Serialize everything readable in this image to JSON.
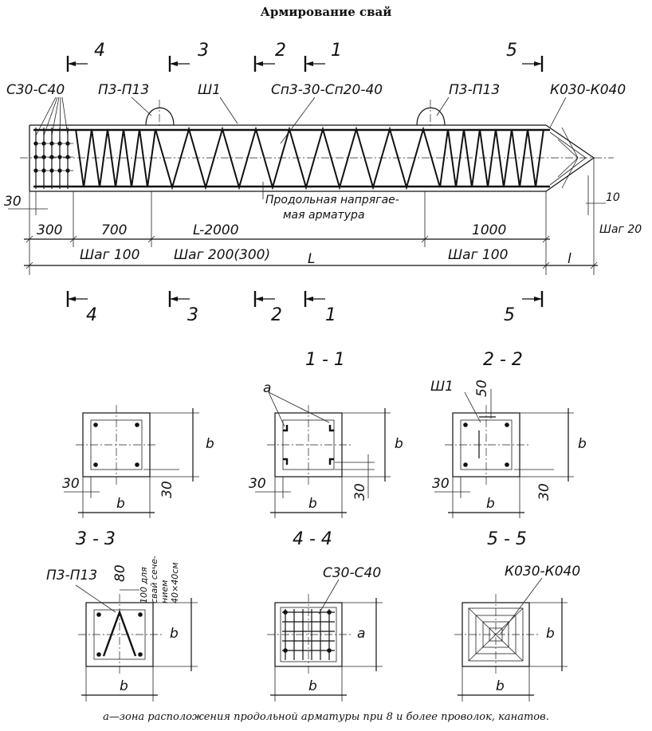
{
  "title": "Армирование свай",
  "elevation": {
    "labels": {
      "head_mesh": "С30-С40",
      "lifting_loops_left": "П3-П13",
      "lifting_loops_right": "П3-П13",
      "stirrup": "Ш1",
      "spiral": "Сп3-30-Сп20-40",
      "tip_frame": "К030-К040",
      "longitudinal_line1": "Продольная напрягае-",
      "longitudinal_line2": "мая арматура"
    },
    "section_markers": [
      "4",
      "3",
      "2",
      "1",
      "5"
    ],
    "dimensions": {
      "cover_30": "30",
      "d300": "300",
      "d700": "700",
      "dL2000": "L-2000",
      "d1000": "1000",
      "step100_left": "Шаг 100",
      "step200": "Шаг 200(300)",
      "step100_right": "Шаг 100",
      "total_L": "L",
      "tip_l": "l",
      "tip_10": "10",
      "tip_step": "Шаг 20"
    }
  },
  "sections": {
    "s1": {
      "title": "1 - 1",
      "label_a": "a",
      "cover_left": "30",
      "cover_right": "30",
      "width": "b",
      "height": "b"
    },
    "s2": {
      "title": "2 - 2",
      "label_stirrup": "Ш1",
      "offset": "50",
      "cover_left": "30",
      "cover_right": "30",
      "width": "b",
      "height": "b"
    },
    "s0": {
      "cover_left": "30",
      "cover_right": "30",
      "width": "b",
      "height": "b"
    },
    "s3": {
      "title": "3 - 3",
      "label": "П3-П13",
      "offset": "80",
      "note_line1": "100 для",
      "note_line2": "свай сече-",
      "note_line3": "нием",
      "note_line4": "40×40см",
      "width": "b",
      "height": "b"
    },
    "s4": {
      "title": "4 - 4",
      "label": "С30-С40",
      "width": "b",
      "height": "a"
    },
    "s5": {
      "title": "5 - 5",
      "label": "К030-К040",
      "width": "b",
      "height": "b"
    }
  },
  "caption": "а—зона расположения продольной арматуры при 8 и более проволок, канатов."
}
